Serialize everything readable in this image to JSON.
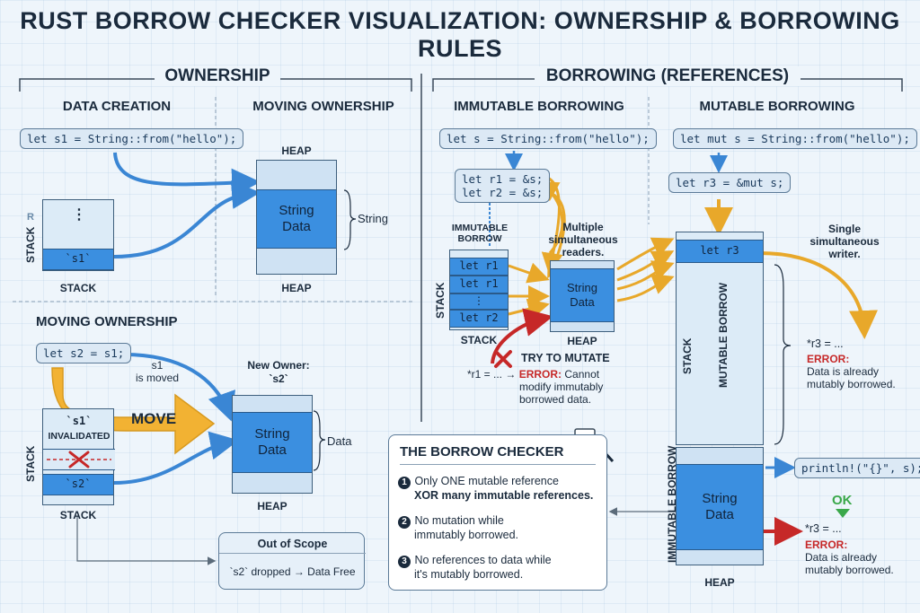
{
  "title": "RUST BORROW CHECKER VISUALIZATION: OWNERSHIP & BORROWING RULES",
  "ownership": {
    "heading": "OWNERSHIP",
    "data_creation": "DATA CREATION",
    "moving_ownership_top": "MOVING OWNERSHIP",
    "code_s1": "let s1 = String::from(\"hello\");",
    "stack_label": "STACK",
    "stack_r": "R",
    "dots": "⋮",
    "cell_s1": "`s1`",
    "stack_caption": "STACK",
    "heap_top": "HEAP",
    "heap_bottom": "HEAP",
    "string_data": "String\nData",
    "string_brace": "String",
    "moving_ownership_bottom": "MOVING OWNERSHIP",
    "code_s2": "let s2 = s1;",
    "s1_moved": "s1\nis moved",
    "move": "MOVE",
    "new_owner": "New Owner:\n`s2`",
    "s1_inv": "`s1`",
    "invalidated": "INVALIDATED",
    "cell_s2": "`s2`",
    "stack_caption2": "STACK",
    "stack_label2": "STACK",
    "heap2": "HEAP",
    "string_data2": "String\nData",
    "data_brace": "Data",
    "scope_title": "Out of Scope",
    "scope_text": "`s2` dropped → Data Free"
  },
  "borrowing": {
    "heading": "BORROWING (REFERENCES)",
    "immutable": "IMMUTABLE BORROWING",
    "mutable": "MUTABLE BORROWING",
    "code_s": "let s = String::from(\"hello\");",
    "code_r": "let r1 = &s;\nlet r2 = &s;",
    "imm_borrow": "IMMUTABLE\nBORROW",
    "multi": "Multiple\nsimultaneous\nreaders.",
    "cells": [
      "let r1",
      "let r1",
      "⋮",
      "let r2"
    ],
    "stack_caption": "STACK",
    "stack_label": "STACK",
    "heap_caption": "HEAP",
    "string_data": "String\nData",
    "try_mutate": "TRY TO MUTATE",
    "mutate_line": "*r1 = ... →",
    "error_word": "ERROR:",
    "error_rest": " Cannot",
    "error_line2": "modify immutably",
    "error_line3": "borrowed data.",
    "code_mut_s": "let mut s = String::from(\"hello\");",
    "code_r3": "let r3 = &mut s;",
    "cell_r3": "let r3",
    "single": "Single\nsimultaneous\nwriter.",
    "mutable_borrow": "MUTABLE BORROW",
    "stack_label2": "STACK",
    "imm_borrow_vert": "IMMUTABLE BORROW",
    "string_data2": "String\nData",
    "heap2": "HEAP",
    "r3_assign_1": "*r3 = ...",
    "error1": "ERROR:",
    "error1_text": "Data is already\nmutably borrowed.",
    "println": "println!(\"{}\", s);",
    "ok": "OK",
    "r3_assign_2": "*r3 = ...",
    "error2": "ERROR:",
    "error2_text": "Data is already\nmutably borrowed."
  },
  "checker": {
    "title": "THE BORROW CHECKER",
    "rules": [
      {
        "num": "1",
        "line1": "Only ONE mutable reference",
        "line2": "XOR many immutable references."
      },
      {
        "num": "2",
        "line1": "No mutation while",
        "line2": "immutably borrowed."
      },
      {
        "num": "3",
        "line1": "No references to data while",
        "line2": "it's mutably borrowed."
      }
    ]
  },
  "colors": {
    "blue": "#3b8fe0",
    "orange": "#f2b233",
    "arrow_blue": "#3a86d4",
    "red": "#c62828",
    "green": "#3aa84a"
  }
}
